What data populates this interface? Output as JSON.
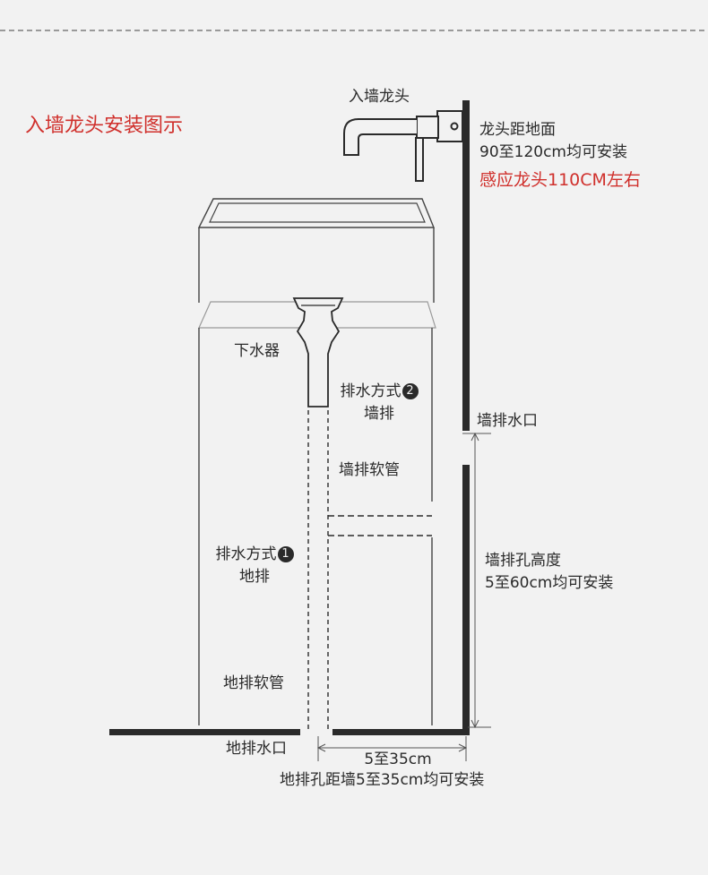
{
  "title": "入墙龙头安装图示",
  "faucet": {
    "name": "入墙龙头",
    "height_label": "龙头距地面",
    "height_range": "90至120cm均可安装",
    "sensor_note": "感应龙头110CM左右"
  },
  "drain": {
    "name": "下水器"
  },
  "method2": {
    "title": "排水方式",
    "badge": "2",
    "kind": "墙排"
  },
  "wall_hose": "墙排软管",
  "wall_outlet": "墙排水口",
  "wall_hole": {
    "label": "墙排孔高度",
    "range": "5至60cm均可安装"
  },
  "method1": {
    "title": "排水方式",
    "badge": "1",
    "kind": "地排"
  },
  "floor_hose": "地排软管",
  "floor_outlet": "地排水口",
  "floor_distance": {
    "value": "5至35cm",
    "note": "地排孔距墙5至35cm均可安装"
  },
  "colors": {
    "background": "#f2f2f2",
    "line": "#2a2a2a",
    "accent": "#d0302c"
  }
}
